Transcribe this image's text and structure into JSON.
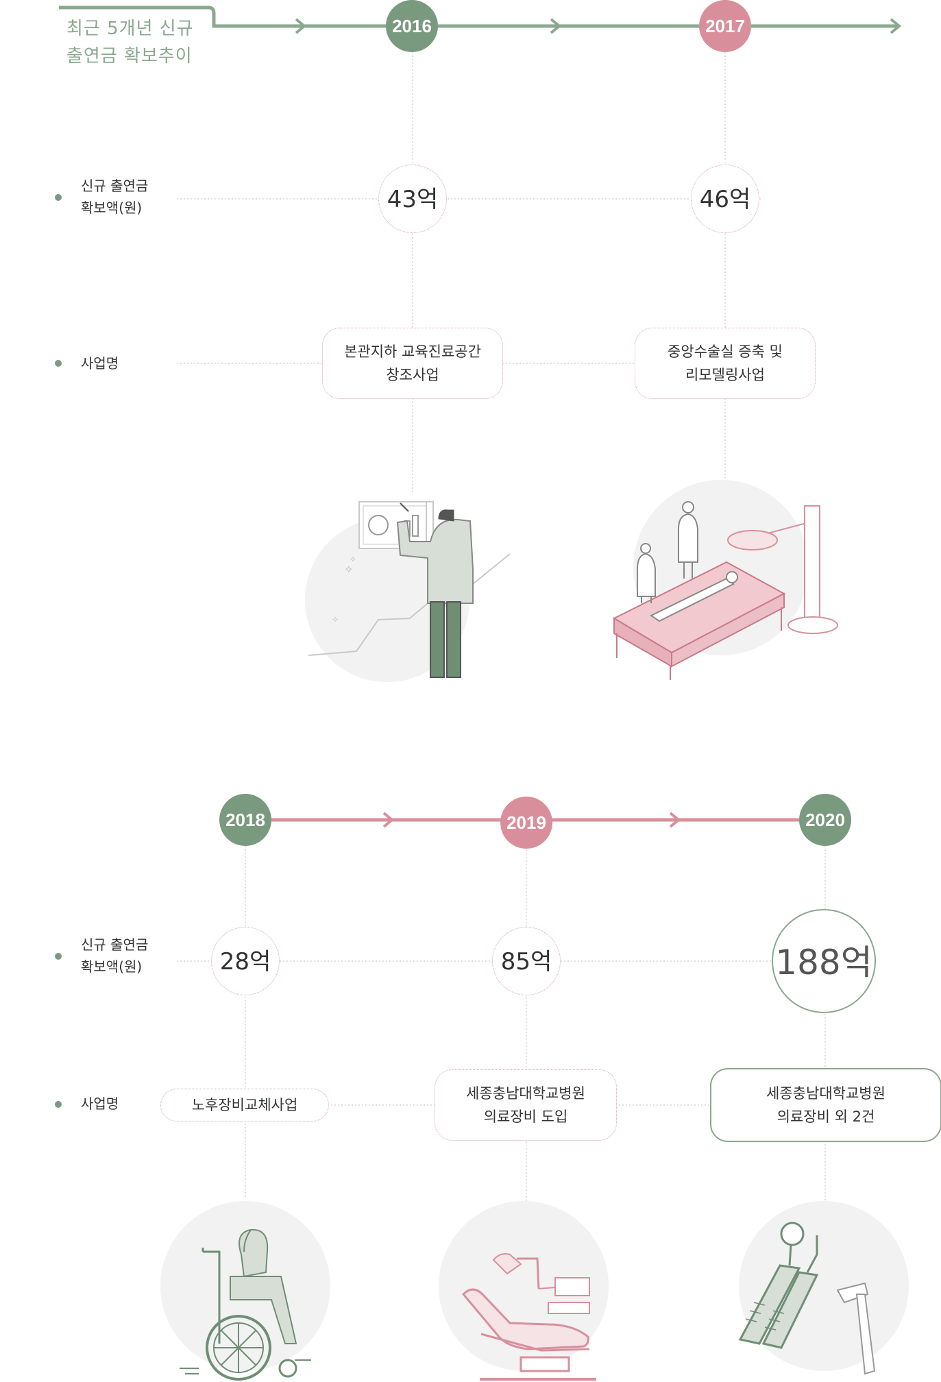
{
  "title": {
    "line1": "최근 5개년 신규",
    "line2": "출연금 확보추이"
  },
  "labels": {
    "amount_line1": "신규 출연금",
    "amount_line2": "확보액(원)",
    "project": "사업명"
  },
  "colors": {
    "green": "#7a9a80",
    "pink": "#d98f9b",
    "dotted_pink": "#d9a6ae",
    "circle_bg": "#f3f3f3"
  },
  "timeline": [
    {
      "year": "2016",
      "color": "green",
      "amount": "43억",
      "project_line1": "본관지하 교육진료공간",
      "project_line2": "창조사업",
      "icon": "presenter-chart-icon"
    },
    {
      "year": "2017",
      "color": "pink",
      "amount": "46억",
      "project_line1": "중앙수술실 증축 및",
      "project_line2": "리모델링사업",
      "icon": "operating-room-icon"
    },
    {
      "year": "2018",
      "color": "green",
      "amount": "28억",
      "project_line1": "노후장비교체사업",
      "project_line2": "",
      "icon": "wheelchair-icon"
    },
    {
      "year": "2019",
      "color": "pink",
      "amount": "85억",
      "project_line1": "세종충남대학교병원",
      "project_line2": "의료장비 도입",
      "icon": "dental-chair-icon"
    },
    {
      "year": "2020",
      "color": "green",
      "amount": "188억",
      "project_line1": "세종충남대학교병원",
      "project_line2": "의료장비 외 2건",
      "icon": "dental-tools-icon"
    }
  ]
}
